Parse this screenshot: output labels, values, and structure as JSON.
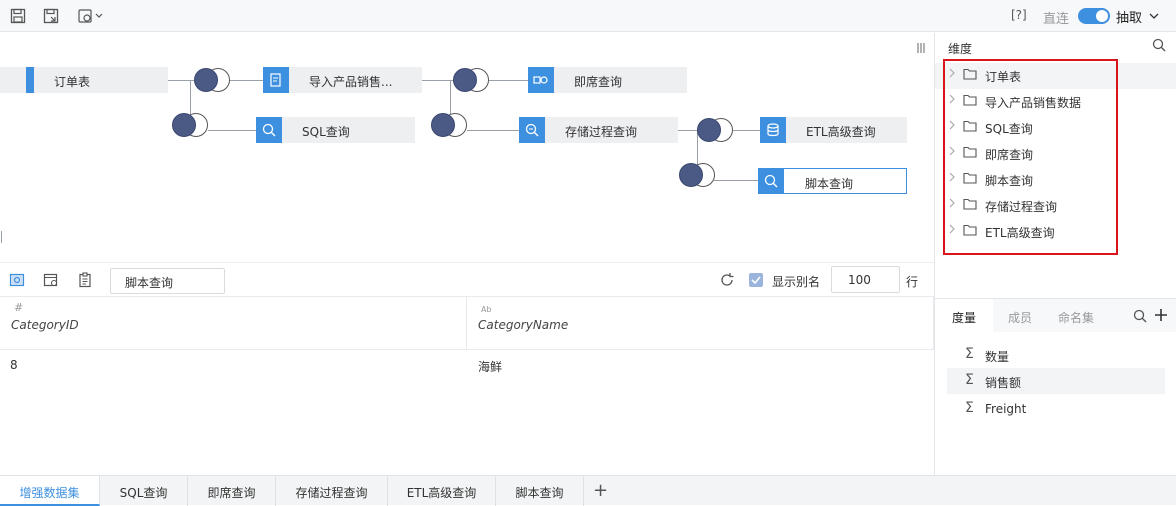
{
  "toolbar": {
    "save_icon": "save-icon",
    "save_as_icon": "save-as-icon",
    "settings_icon": "settings-dropdown-icon",
    "help_label": "[?]",
    "direct_label": "直连",
    "extract_label": "抽取"
  },
  "canvas": {
    "nodes": {
      "order": "订单表",
      "import": "导入产品销售...",
      "sql": "SQL查询",
      "adhoc": "即席查询",
      "proc": "存储过程查询",
      "etl": "ETL高级查询",
      "script": "脚本查询"
    }
  },
  "grid_toolbar": {
    "table_name": "脚本查询",
    "show_alias_label": "显示别名",
    "row_count": "100",
    "row_unit": "行"
  },
  "grid": {
    "columns": [
      {
        "type_glyph": "#",
        "name": "CategoryID"
      },
      {
        "type_glyph": "Ab",
        "name": "CategoryName"
      }
    ],
    "rows": [
      [
        "8",
        "海鲜"
      ]
    ]
  },
  "dimensions": {
    "title": "维度",
    "items": [
      "订单表",
      "导入产品销售数据",
      "SQL查询",
      "即席查询",
      "脚本查询",
      "存储过程查询",
      "ETL高级查询"
    ]
  },
  "measures": {
    "tabs": [
      "度量",
      "成员",
      "命名集"
    ],
    "items": [
      "数量",
      "销售额",
      "Freight"
    ]
  },
  "bottom_tabs": [
    "增强数据集",
    "SQL查询",
    "即席查询",
    "存储过程查询",
    "ETL高级查询",
    "脚本查询"
  ],
  "colors": {
    "accent": "#3d8fe0",
    "highlight_box": "#d9141b",
    "join_fill": "#4a5a85"
  }
}
